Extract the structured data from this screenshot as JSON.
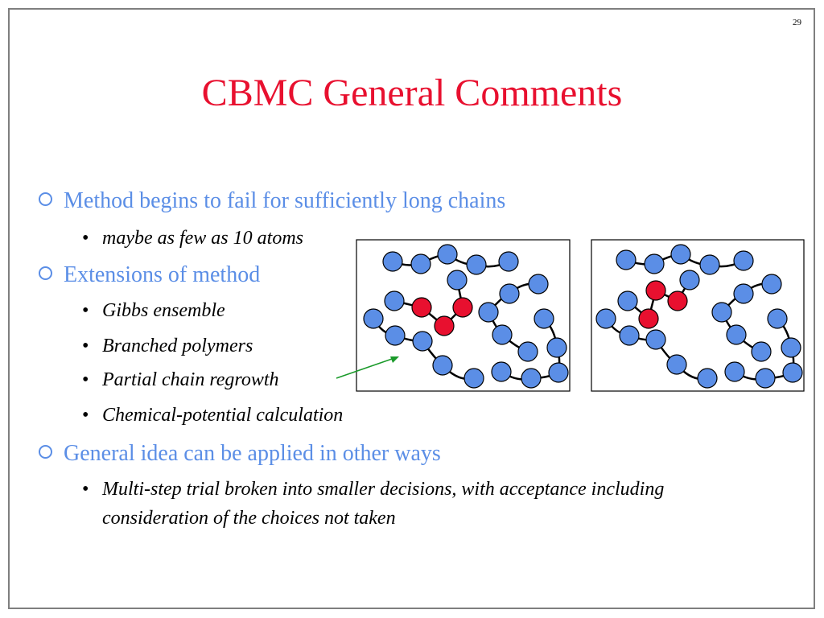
{
  "slide": {
    "number": "29",
    "title": "CBMC General Comments"
  },
  "bullets": [
    {
      "text": "Method begins to fail for sufficiently long chains"
    },
    {
      "text": "maybe as few as 10 atoms"
    },
    {
      "text": "Extensions of method"
    },
    {
      "text": "Gibbs ensemble"
    },
    {
      "text": "Branched polymers"
    },
    {
      "text": "Partial chain regrowth"
    },
    {
      "text": "Chemical-potential calculation"
    },
    {
      "text": "General idea can be applied in other ways"
    },
    {
      "text": "Multi-step trial broken into smaller decisions, with acceptance including consideration of the choices not taken"
    }
  ],
  "colors": {
    "title": "#e8102f",
    "level1": "#5b8ee6",
    "atom_blue": "#5b8ee6",
    "atom_red": "#e8102f",
    "arrow": "#1a9a2a"
  },
  "icons": {
    "level1_marker": "hollow-circle-icon",
    "level2_marker": "bullet-dot-icon"
  },
  "diagrams": [
    {
      "name": "chain-diagram-before",
      "regrown_atoms": 3,
      "state": "before regrowth"
    },
    {
      "name": "chain-diagram-after",
      "regrown_atoms": 3,
      "state": "after regrowth"
    }
  ]
}
